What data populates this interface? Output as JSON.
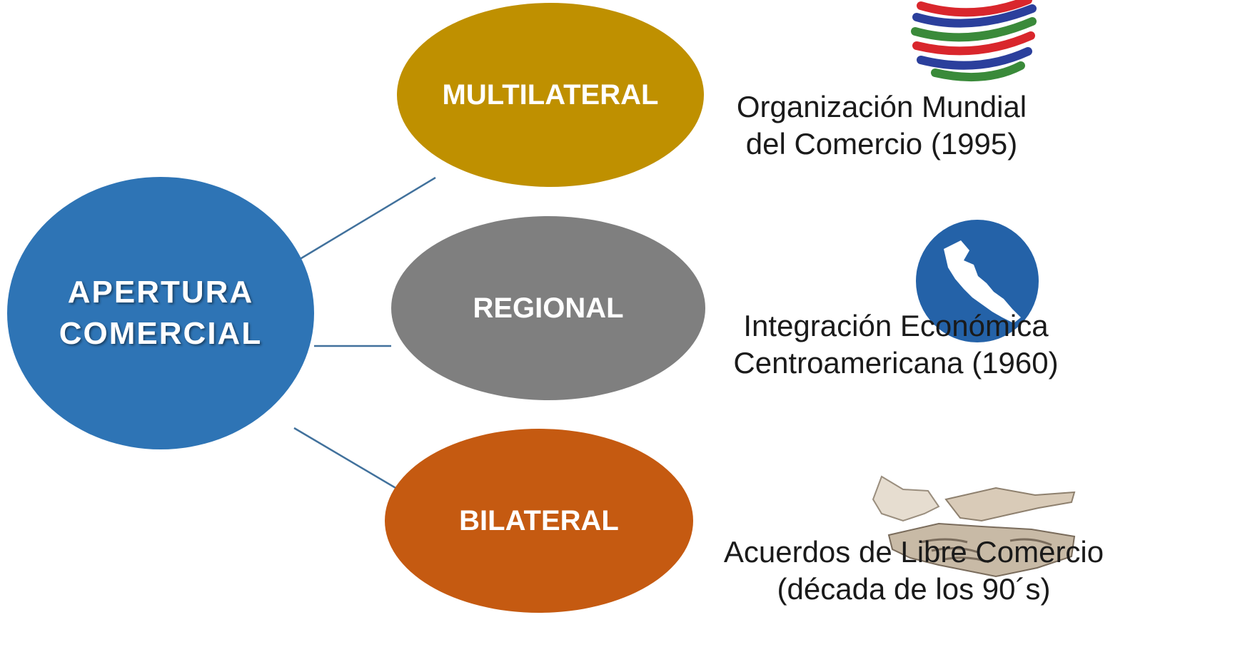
{
  "hub": {
    "line1": "APERTURA",
    "line2": "COMERCIAL",
    "color": "#2e74b5"
  },
  "branches": [
    {
      "label": "MULTILATERAL",
      "color": "#bf9000",
      "caption_line1": "Organización Mundial",
      "caption_line2": "del Comercio (1995)",
      "icon": "wto-logo-icon"
    },
    {
      "label": "REGIONAL",
      "color": "#7f7f7f",
      "caption_line1": "Integración Económica",
      "caption_line2": "Centroamericana (1960)",
      "icon": "central-america-map-icon"
    },
    {
      "label": "BILATERAL",
      "color": "#c55a11",
      "caption_line1": "Acuerdos de Libre Comercio",
      "caption_line2": "(década de los 90´s)",
      "icon": "handshake-icon"
    }
  ],
  "connector_color": "#41719c"
}
